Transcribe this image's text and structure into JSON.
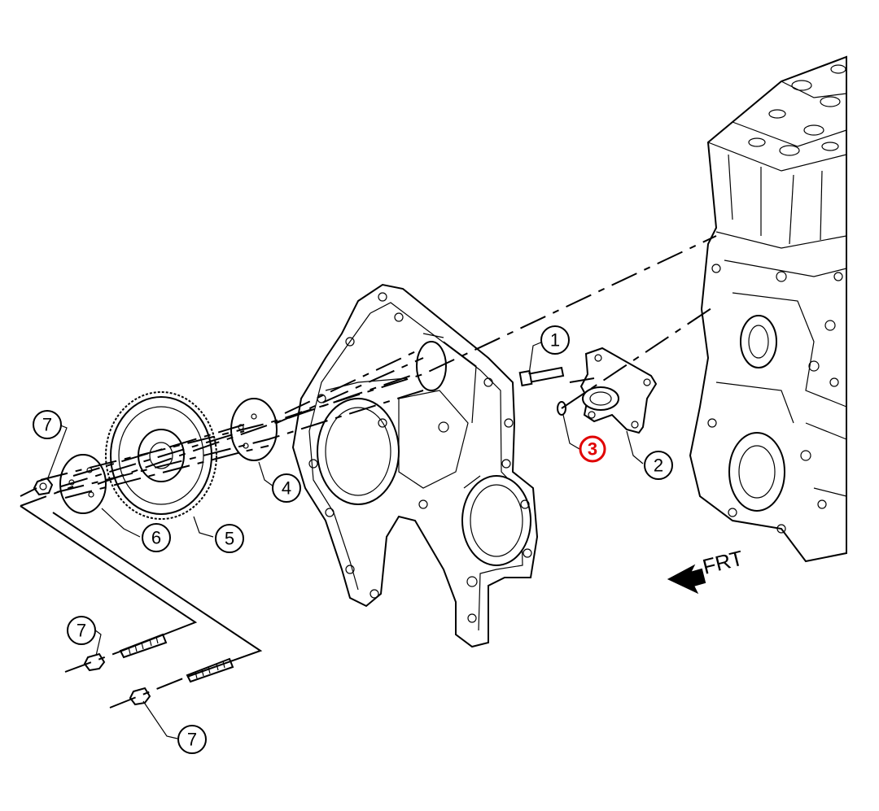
{
  "callouts": {
    "c1": "1",
    "c2": "2",
    "c3": "3",
    "c4": "4",
    "c5": "5",
    "c6": "6",
    "c7a": "7",
    "c7b": "7",
    "c7c": "7"
  },
  "direction_label": "FRT",
  "colors": {
    "line": "#000000",
    "highlight": "#e00000",
    "background": "#ffffff"
  }
}
